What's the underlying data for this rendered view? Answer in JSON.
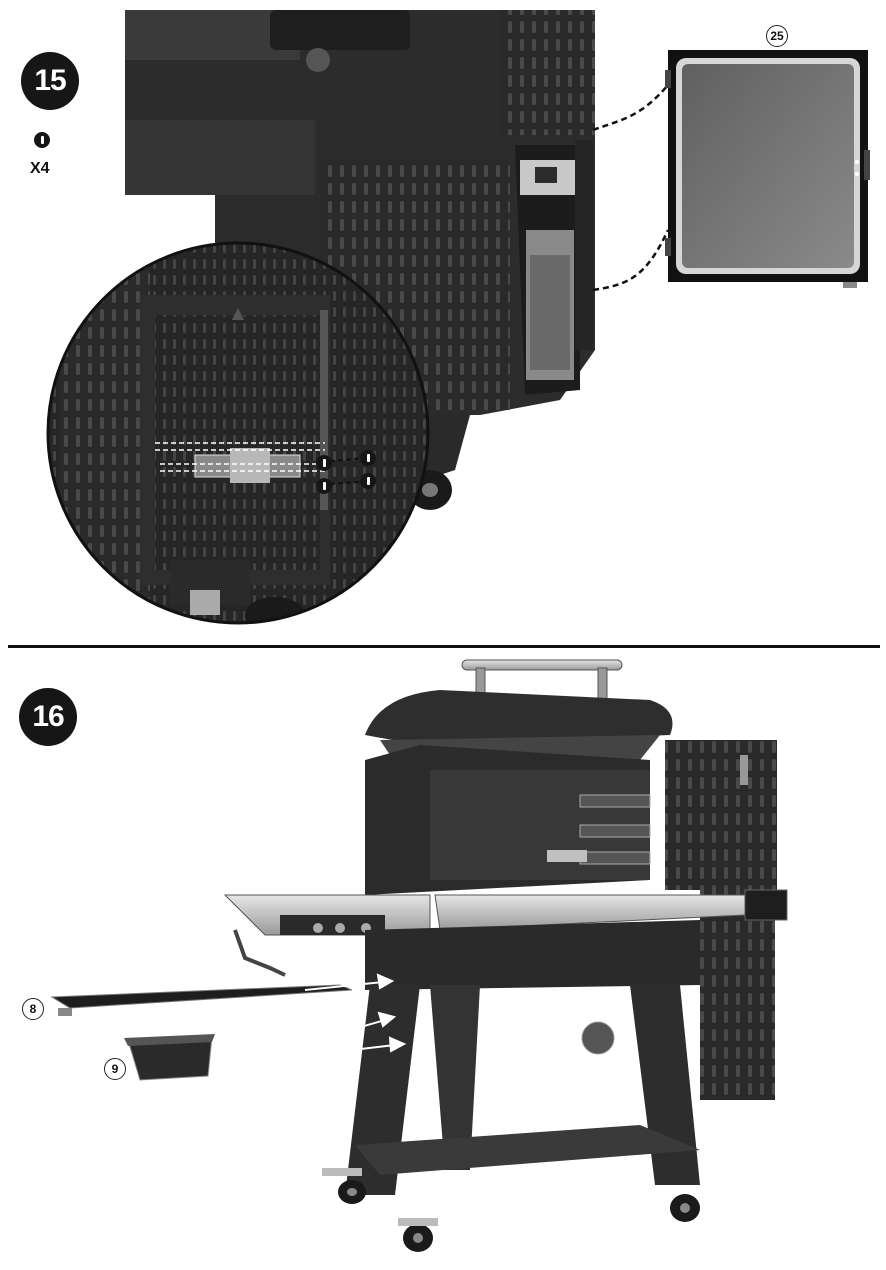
{
  "step15": {
    "number": "15",
    "hardware": {
      "icon": "bolt-icon",
      "quantity": "X4"
    },
    "part_label": "25"
  },
  "step16": {
    "number": "16",
    "parts": [
      {
        "label": "8"
      },
      {
        "label": "9"
      }
    ]
  },
  "colors": {
    "ink": "#161616",
    "grill_body": "#2b2b2b",
    "steel": "#9a9a9a"
  }
}
